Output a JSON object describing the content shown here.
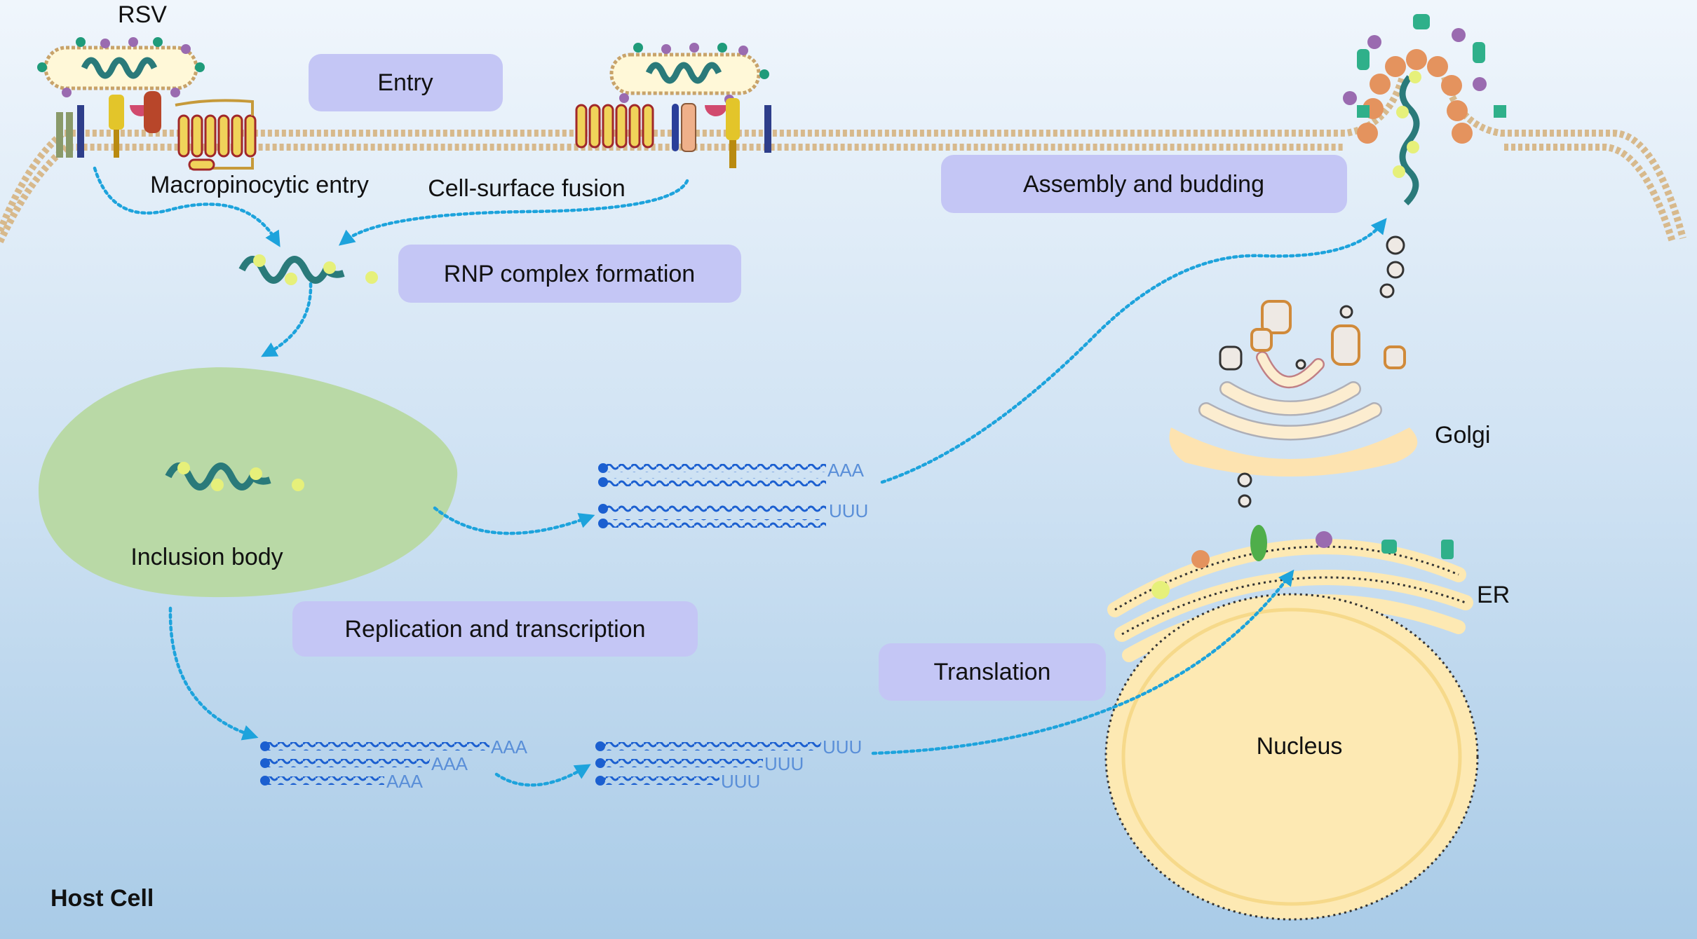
{
  "labels": {
    "virus": "RSV",
    "macropinocytic": "Macropinocytic entry",
    "cell_surface": "Cell-surface fusion",
    "inclusion_body": "Inclusion body",
    "golgi": "Golgi",
    "er": "ER",
    "nucleus": "Nucleus",
    "host_cell": "Host Cell"
  },
  "steps": {
    "entry": "Entry",
    "rnp": "RNP complex formation",
    "replication": "Replication and transcription",
    "translation": "Translation",
    "assembly": "Assembly and budding"
  },
  "rna_tails": {
    "mid_top": "AAA",
    "mid_bottom": "UUU",
    "low_left": [
      "AAA",
      "AAA",
      "AAA"
    ],
    "low_right": [
      "UUU",
      "UUU",
      "UUU"
    ]
  },
  "colors": {
    "step_box": "#c4c6f5",
    "arrow": "#1da3dc",
    "inclusion_body": "#b9d9a6",
    "nucleus": "#fde9b3",
    "rna": "#1b5fd0"
  }
}
